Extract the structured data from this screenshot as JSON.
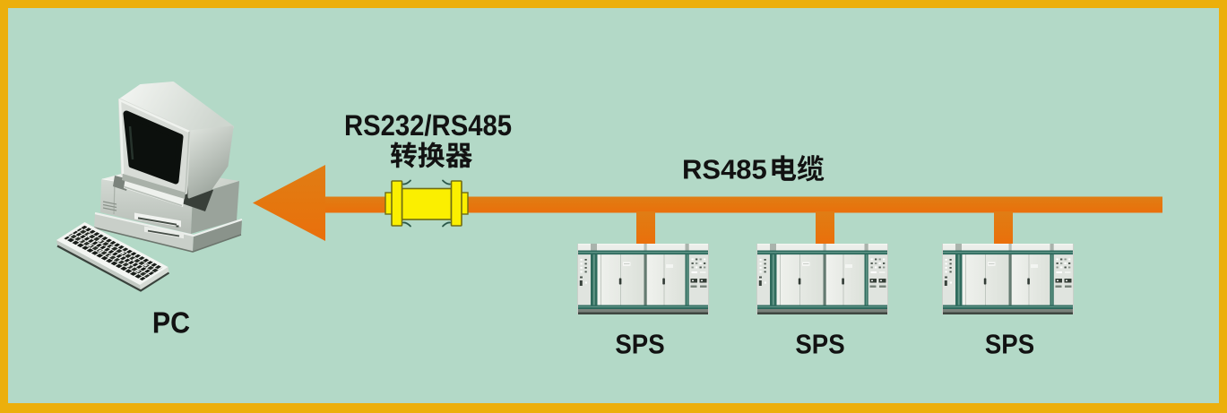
{
  "colors": {
    "frame": "#ecaf0c",
    "background": "#b3d9c7",
    "bus": "#e5760e",
    "converter": "#fbef00",
    "text": "#121212"
  },
  "labels": {
    "pc": "PC",
    "converter_line1": "RS232/RS485",
    "converter_line2": "转换器",
    "cable": "RS485电缆",
    "cable_latin": "RS485"
  },
  "nodes": [
    {
      "label": "SPS"
    },
    {
      "label": "SPS"
    },
    {
      "label": "SPS"
    }
  ]
}
